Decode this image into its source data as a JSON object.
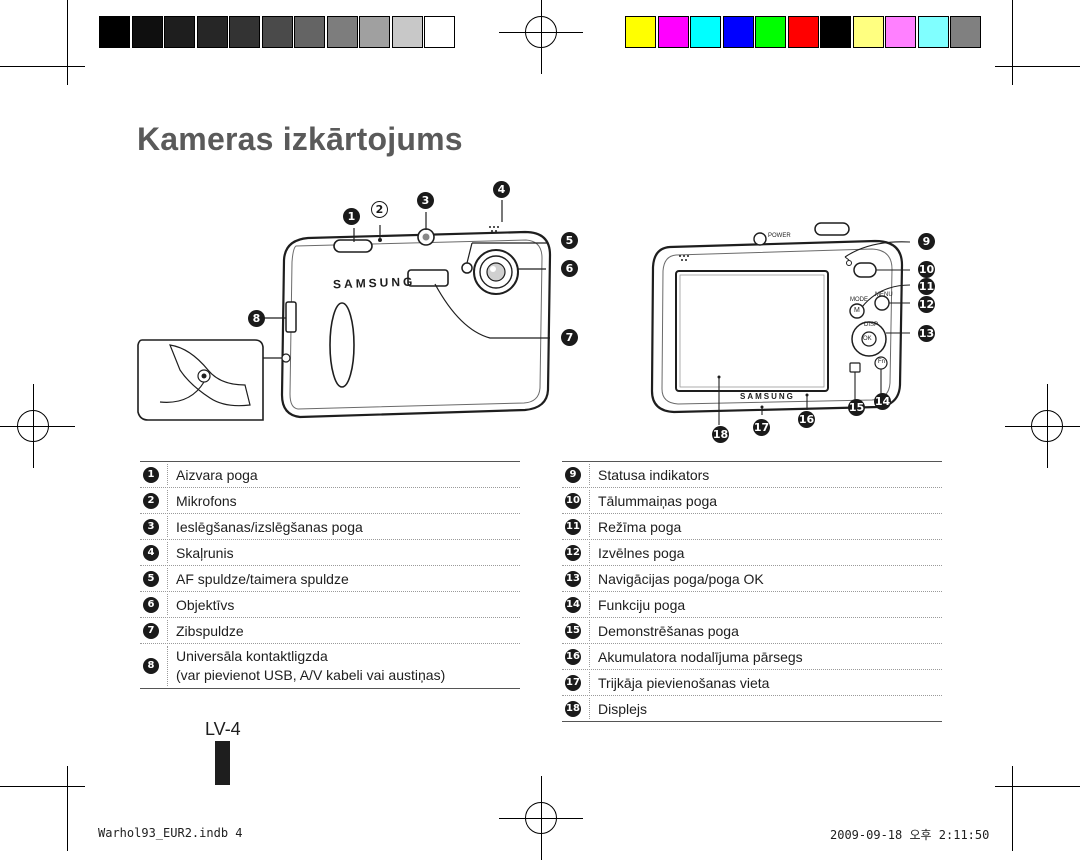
{
  "title": "Kameras izkārtojums",
  "callouts": [
    "1",
    "2",
    "3",
    "4",
    "5",
    "6",
    "7",
    "8",
    "9",
    "10",
    "11",
    "12",
    "13",
    "14",
    "15",
    "16",
    "17",
    "18"
  ],
  "camera_labels": {
    "samsung": "SAMSUNG",
    "power": "POWER",
    "mode": "MODE",
    "menu": "MENU",
    "disp": "DISP",
    "ok": "OK",
    "m": "M",
    "fn": "Fn"
  },
  "legend_left": [
    {
      "num": "1",
      "text": "Aizvara poga"
    },
    {
      "num": "2",
      "text": "Mikrofons"
    },
    {
      "num": "3",
      "text": "Ieslēgšanas/izslēgšanas poga"
    },
    {
      "num": "4",
      "text": "Skaļrunis"
    },
    {
      "num": "5",
      "text": "AF spuldze/taimera spuldze"
    },
    {
      "num": "6",
      "text": "Objektīvs"
    },
    {
      "num": "7",
      "text": "Zibspuldze"
    },
    {
      "num": "8",
      "text": "Universāla kontaktligzda",
      "text2": "(var pievienot USB, A/V kabeli vai austiņas)"
    }
  ],
  "legend_right": [
    {
      "num": "9",
      "text": "Statusa indikators"
    },
    {
      "num": "10",
      "text": "Tālummaiņas poga"
    },
    {
      "num": "11",
      "text": "Režīma poga"
    },
    {
      "num": "12",
      "text": "Izvēlnes poga"
    },
    {
      "num": "13",
      "text": "Navigācijas poga/poga OK"
    },
    {
      "num": "14",
      "text": "Funkciju poga"
    },
    {
      "num": "15",
      "text": "Demonstrēšanas poga"
    },
    {
      "num": "16",
      "text": "Akumulatora nodalījuma pārsegs"
    },
    {
      "num": "17",
      "text": "Trijkāja pievienošanas vieta"
    },
    {
      "num": "18",
      "text": "Displejs"
    }
  ],
  "page_number": "LV-4",
  "footer_left": "Warhol93_EUR2.indb   4",
  "footer_right": "2009-09-18   오후 2:11:50",
  "colors": {
    "grayscale_bar": [
      "#000000",
      "#0f0f0f",
      "#1e1e1e",
      "#262626",
      "#333333",
      "#4a4a4a",
      "#646464",
      "#7d7d7d",
      "#a0a0a0",
      "#c8c8c8",
      "#ffffff"
    ],
    "color_bar": [
      "#ffff00",
      "#ff00ff",
      "#00ffff",
      "#0000ff",
      "#00ff00",
      "#ff0000",
      "#000000",
      "#ffff80",
      "#ff80ff",
      "#80ffff",
      "#808080"
    ]
  }
}
